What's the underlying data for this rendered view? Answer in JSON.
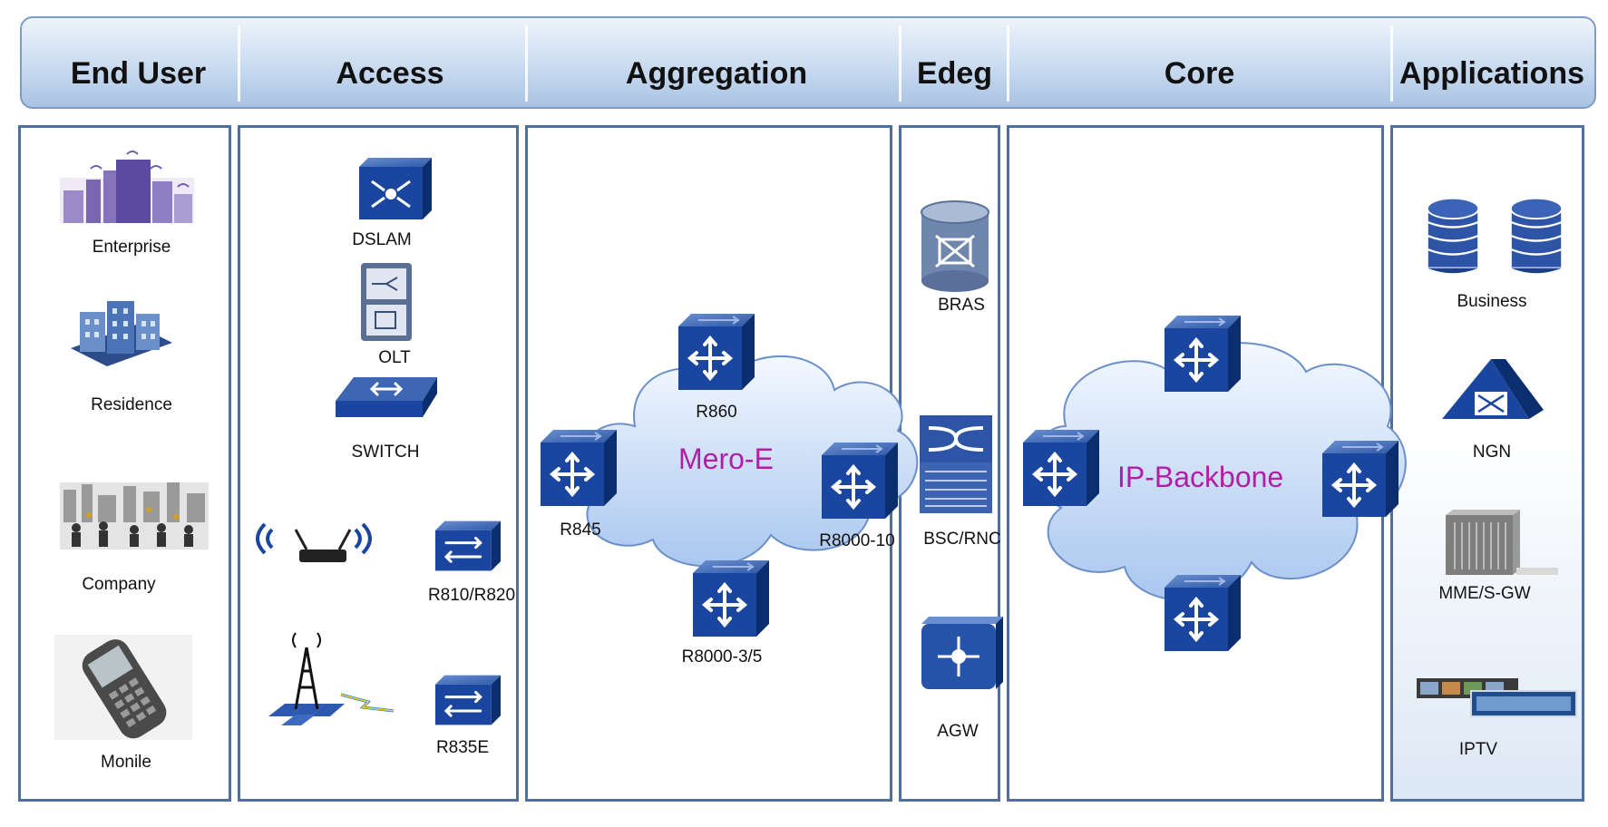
{
  "columns": [
    "End User",
    "Access",
    "Aggregation",
    "Edeg",
    "Core",
    "Applications"
  ],
  "end_user": {
    "enterprise": "Enterprise",
    "residence": "Residence",
    "company": "Company",
    "mobile": "Monile"
  },
  "access": {
    "dslam": "DSLAM",
    "olt": "OLT",
    "switch": "SWITCH",
    "r810": "R810/R820",
    "r835e": "R835E"
  },
  "aggregation": {
    "cloud_label": "Mero-E",
    "r860": "R860",
    "r845": "R845",
    "r8000_10": "R8000-10",
    "r8000_35": "R8000-3/5"
  },
  "edge": {
    "bras": "BRAS",
    "bsc": "BSC/RNC",
    "agw": "AGW"
  },
  "core": {
    "cloud_label": "IP-Backbone"
  },
  "applications": {
    "business": "Business",
    "ngn": "NGN",
    "mme": "MME/S-GW",
    "iptv": "IPTV"
  }
}
